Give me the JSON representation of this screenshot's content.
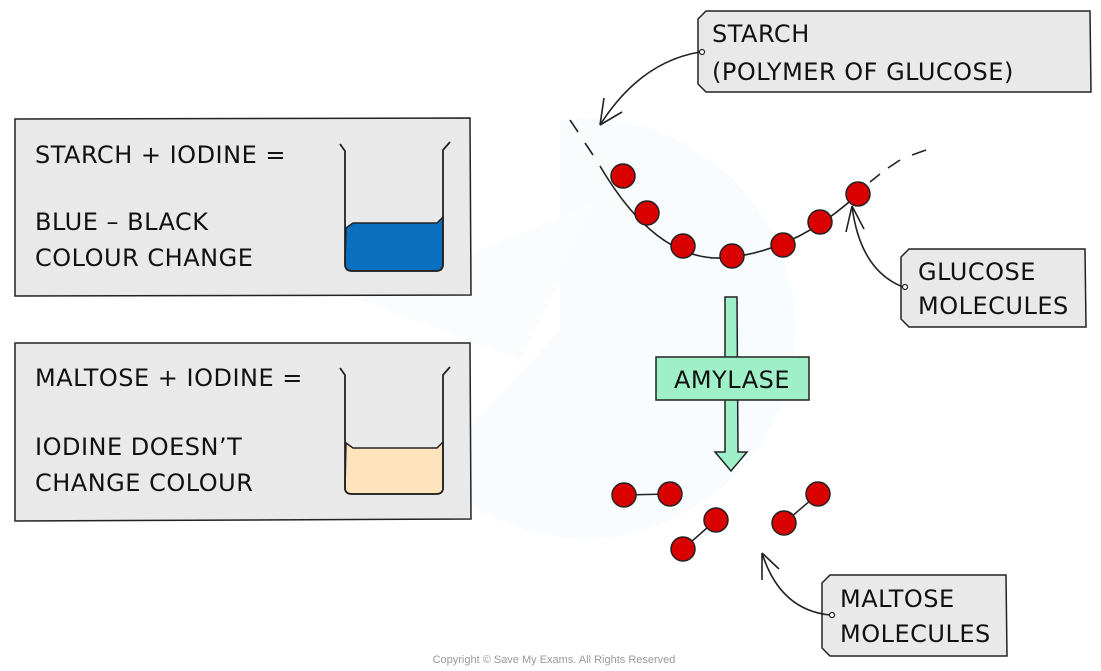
{
  "panels": {
    "starch_test": {
      "line1": "STARCH  +  IODINE =",
      "line2": "BLUE – BLACK",
      "line3": "COLOUR   CHANGE",
      "liquid_color": "#0b6fbf"
    },
    "maltose_test": {
      "line1": "MALTOSE  +  IODINE =",
      "line2": "IODINE  DOESN’T",
      "line3": "CHANGE  COLOUR",
      "liquid_color": "#fde4bd"
    }
  },
  "tags": {
    "starch": {
      "line1": "STARCH",
      "line2": "(POLYMER  OF  GLUCOSE)"
    },
    "glucose": {
      "line1": "GLUCOSE",
      "line2": "MOLECULES"
    },
    "maltose": {
      "line1": "MALTOSE",
      "line2": "MOLECULES"
    }
  },
  "enzyme": {
    "label": "AMYLASE",
    "color": "#9ff0c8"
  },
  "molecule_color": "#d90000",
  "panel_color": "#e9e9e9",
  "copyright": "Copyright © Save My Exams. All Rights Reserved"
}
